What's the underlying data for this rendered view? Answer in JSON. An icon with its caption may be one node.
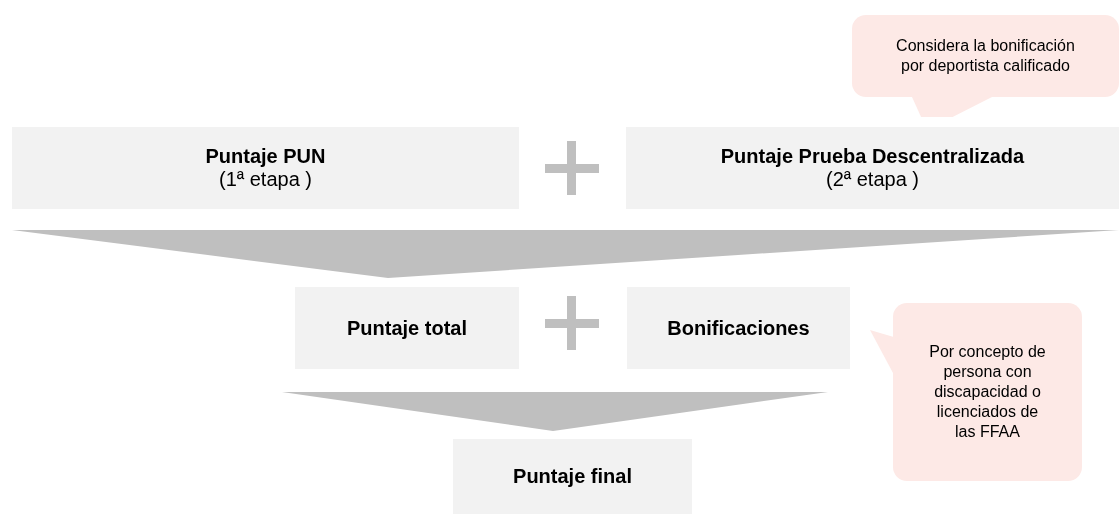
{
  "diagram": {
    "nodes": [
      {
        "text": [
          "Considera la bonificación por deportista calificado"
        ]
      },
      {
        "text": [
          "Puntaje PUN",
          "(1ª etapa )"
        ]
      },
      {
        "text": [
          "Puntaje Prueba Descentralizada",
          "(2ª etapa )"
        ]
      },
      {
        "text": [],
        "shape": "triangle"
      },
      {
        "text": [
          "Puntaje total"
        ]
      },
      {
        "text": [
          "Bonificaciones"
        ]
      },
      {
        "text": [
          "Por concepto de persona con discapacidad o licenciados de las FFAA"
        ]
      },
      {
        "text": [],
        "shape": "triangle"
      },
      {
        "text": [
          "Puntaje final"
        ]
      }
    ]
  }
}
